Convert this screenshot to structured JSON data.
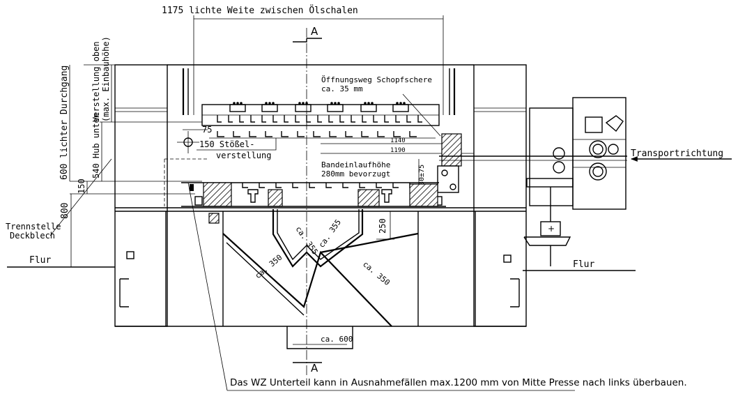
{
  "labels": {
    "top_dimension": "1175 lichte Weite zwischen Ölschalen",
    "section_a_top": "A",
    "section_a_bottom": "A",
    "vert_adjust_line1": "Verstellung oben",
    "vert_adjust_line2": "(max. Einbauhöhe)",
    "clear_passage": "600 lichter Durchgang",
    "stroke_down": "540 Hub unten",
    "dim_150": "150",
    "dim_800": "800",
    "dim_75": "75",
    "ram_adjust_line1": "150 Stößel-",
    "ram_adjust_line2": "verstellung",
    "shear_opening_line1": "Öffnungsweg Schopfschere",
    "shear_opening_line2": "ca. 35 mm",
    "dim_1140": "1140",
    "dim_1190": "1190",
    "strip_height_line1": "Bandeinlaufhöhe",
    "strip_height_line2": "280mm bevorzugt",
    "dim_230_75": "230±75",
    "transport_direction": "Transportrichtung",
    "separation_line1": "Trennstelle",
    "separation_line2": "Deckblech",
    "floor_left": "Flur",
    "floor_right": "Flur",
    "dim_250": "250",
    "ca_355_left": "ca. 355",
    "ca_355_right": "ca. 355",
    "ca_350_left": "ca. 350",
    "ca_350_right": "ca. 350",
    "ca_600": "ca. 600",
    "footnote": "Das WZ Unterteil kann in Ausnahmefällen max.1200 mm von Mitte Presse nach links überbauen."
  }
}
